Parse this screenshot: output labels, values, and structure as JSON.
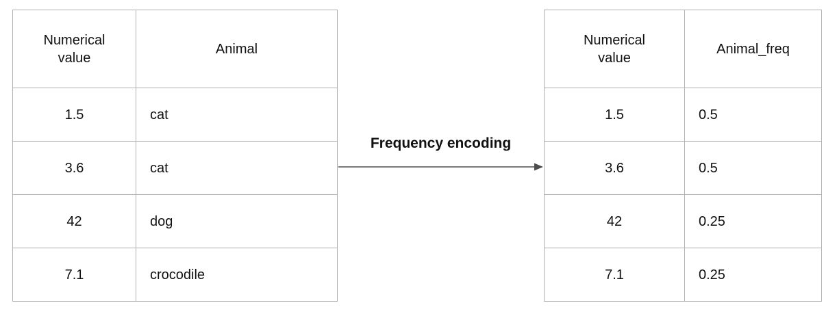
{
  "diagram": {
    "arrow_label": "Frequency encoding"
  },
  "left_table": {
    "headers": [
      "Numerical value",
      "Animal"
    ],
    "rows": [
      [
        "1.5",
        "cat"
      ],
      [
        "3.6",
        "cat"
      ],
      [
        "42",
        "dog"
      ],
      [
        "7.1",
        "crocodile"
      ]
    ]
  },
  "right_table": {
    "headers": [
      "Numerical value",
      "Animal_freq"
    ],
    "rows": [
      [
        "1.5",
        "0.5"
      ],
      [
        "3.6",
        "0.5"
      ],
      [
        "42",
        "0.25"
      ],
      [
        "7.1",
        "0.25"
      ]
    ]
  },
  "colors": {
    "border": "#b0b0b0",
    "text": "#111111",
    "arrow": "#4d4d4d"
  }
}
